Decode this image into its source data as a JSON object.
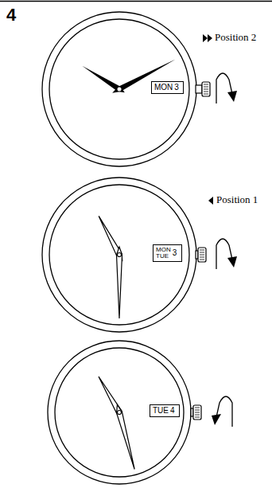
{
  "diagram": {
    "nodes": [
      {
        "text": [
          "MON",
          "3"
        ]
      },
      {
        "text": [
          "MON",
          "TUE",
          "3"
        ]
      },
      {
        "text": [
          "TUE",
          "4"
        ]
      }
    ],
    "labels": [
      "4",
      "Position 2",
      "Position 1"
    ]
  }
}
